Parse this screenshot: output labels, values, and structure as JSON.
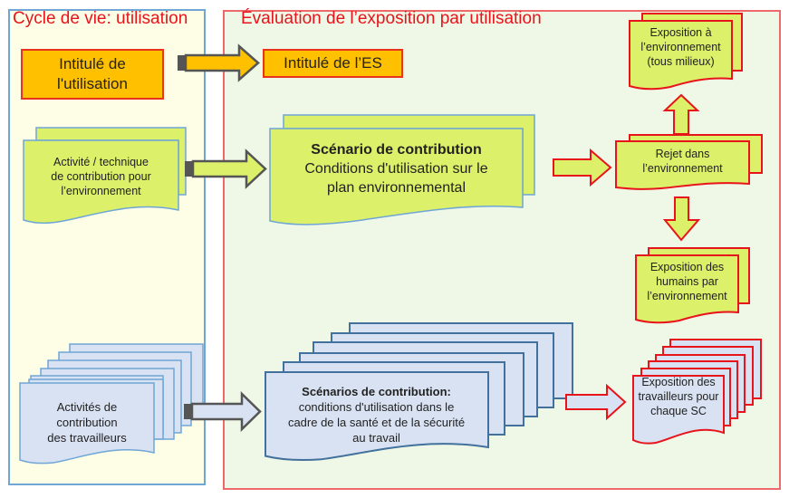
{
  "lifecycle_panel": {
    "title": "Cycle de vie: utilisation",
    "use_title_box": [
      "Intitulé de",
      "l'utilisation"
    ],
    "env_activity": [
      "Activité / technique",
      "de contribution pour",
      "l’environnement"
    ],
    "worker_activities": [
      "Activités de",
      "contribution",
      "des travailleurs"
    ]
  },
  "assessment_panel": {
    "title": "Évaluation de l’exposition par utilisation",
    "es_title_box": "Intitulé de l’ES",
    "env_scenario": {
      "heading": "Scénario de contribution",
      "lines": [
        "Conditions d'utilisation sur le",
        "plan environnemental"
      ]
    },
    "worker_scenarios": {
      "heading": "Scénarios de contribution:",
      "lines": [
        "conditions d'utilisation dans le",
        "cadre de la santé et de la sécurité",
        "au travail"
      ]
    },
    "env_release": [
      "Rejet dans",
      "l’environnement"
    ],
    "env_exposure": [
      "Exposition à",
      "l’environnement",
      "(tous milieux)"
    ],
    "human_exposure": [
      "Exposition des",
      "humains par",
      "l’environnement"
    ],
    "worker_exposure": [
      "Exposition des",
      "travailleurs pour",
      "chaque SC"
    ]
  },
  "colors": {
    "accent_red": "#e8141c",
    "orange_fill": "#ffc000",
    "yellow_green_fill": "#dcf06a",
    "light_blue_fill": "#d9e2f2",
    "blue_border": "#41719c"
  }
}
